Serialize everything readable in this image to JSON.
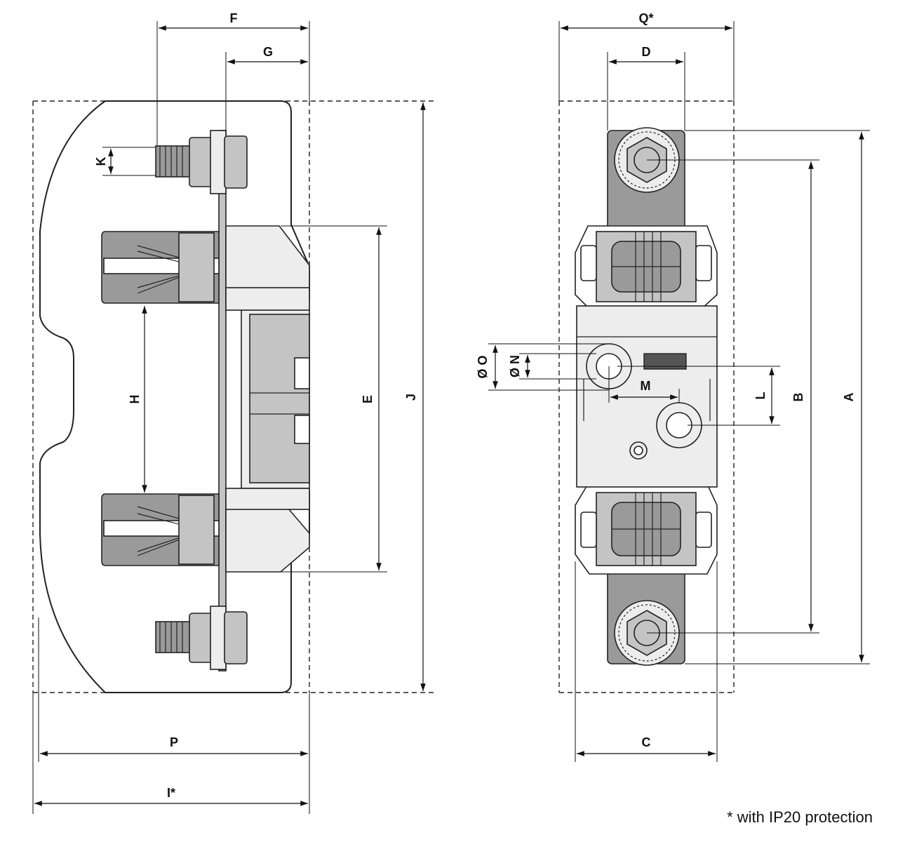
{
  "labels": {
    "F": "F",
    "G": "G",
    "K": "K",
    "H": "H",
    "E": "E",
    "J": "J",
    "P": "P",
    "I": "I*",
    "Q": "Q*",
    "D": "D",
    "O": "Ø O",
    "N": "Ø N",
    "M": "M",
    "L": "L",
    "B": "B",
    "A": "A",
    "C": "C"
  },
  "footnote": "* with IP20 protection",
  "colors": {
    "line": "#111111",
    "part_light": "#ededed",
    "part_mid": "#c4c4c4",
    "part_dark": "#9a9a9a"
  }
}
